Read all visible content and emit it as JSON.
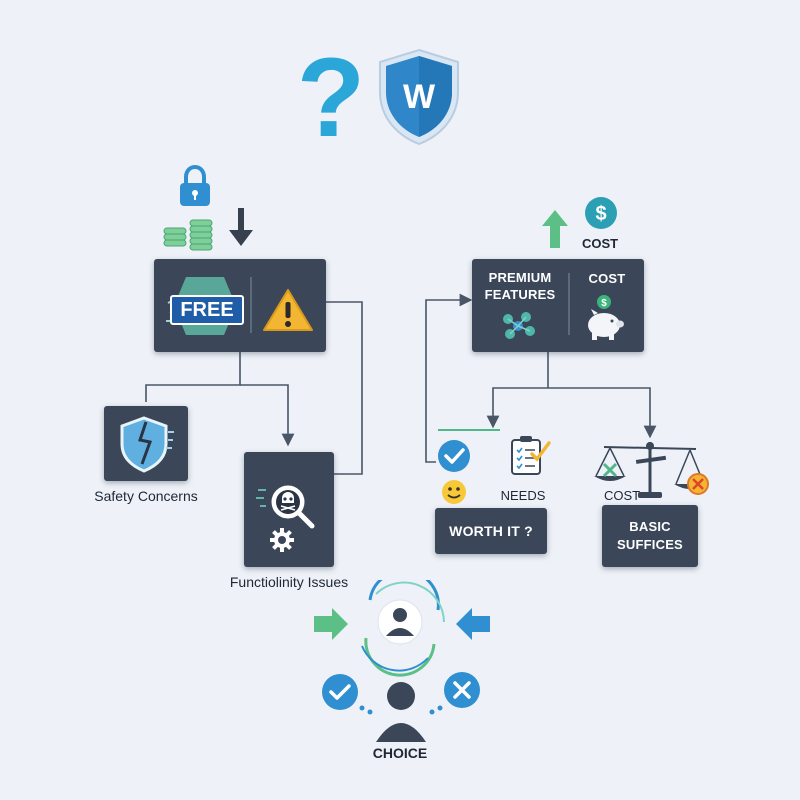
{
  "header": {
    "question_mark": "?",
    "logo_letter": "W"
  },
  "free_box": {
    "label": "FREE"
  },
  "premium_box": {
    "label_line1": "PREMIUM",
    "label_line2": "FEATURES",
    "cost_label": "COST"
  },
  "cost_top": {
    "label": "COST",
    "symbol": "$"
  },
  "safety": {
    "label": "Safety Concerns"
  },
  "functionality": {
    "label": "Functiolinity Issues"
  },
  "needs": {
    "label": "NEEDS"
  },
  "worth_it": {
    "label": "WORTH IT ?"
  },
  "scale": {
    "cost_label": "COST"
  },
  "basic": {
    "line1": "BASIC",
    "line2": "SUFFICES"
  },
  "choice": {
    "label": "CHOICE"
  },
  "colors": {
    "panel": "#3b4759",
    "accent_blue": "#2f8fd0",
    "accent_teal": "#3bb3a5",
    "accent_green": "#59b880",
    "warning": "#f2b632",
    "line": "#4a5668"
  }
}
